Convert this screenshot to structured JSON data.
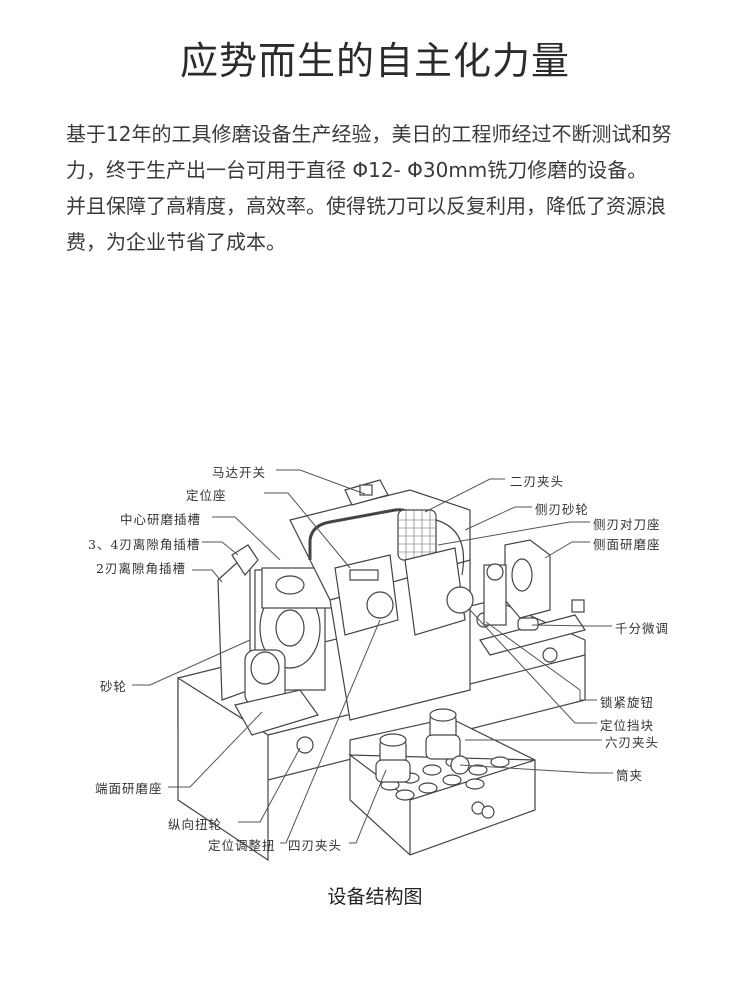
{
  "header": {
    "title": "应势而生的自主化力量"
  },
  "intro": {
    "paragraphs": [
      "基于12年的工具修磨设备生产经验，美日的工程师经过不断测试和努力，终于生产出一台可用于直径 Φ12- Φ30mm铣刀修磨的设备。",
      "并且保障了高精度，高效率。使得铣刀可以反复利用，降低了资源浪费，为企业节省了成本。"
    ]
  },
  "diagram": {
    "labels_left": [
      "马达开关",
      "定位座",
      "中心研磨插槽",
      "3、4刃离隙角插槽",
      "2刃离隙角插槽",
      "砂轮",
      "端面研磨座",
      "纵向扭轮",
      "定位调整扭",
      "四刃夹头"
    ],
    "labels_right": [
      "二刃夹头",
      "侧刃砂轮",
      "侧刃对刀座",
      "侧面研磨座",
      "千分微调",
      "锁紧旋钮",
      "定位挡块",
      "六刃夹头",
      "筒夹"
    ],
    "caption": "设备结构图"
  }
}
